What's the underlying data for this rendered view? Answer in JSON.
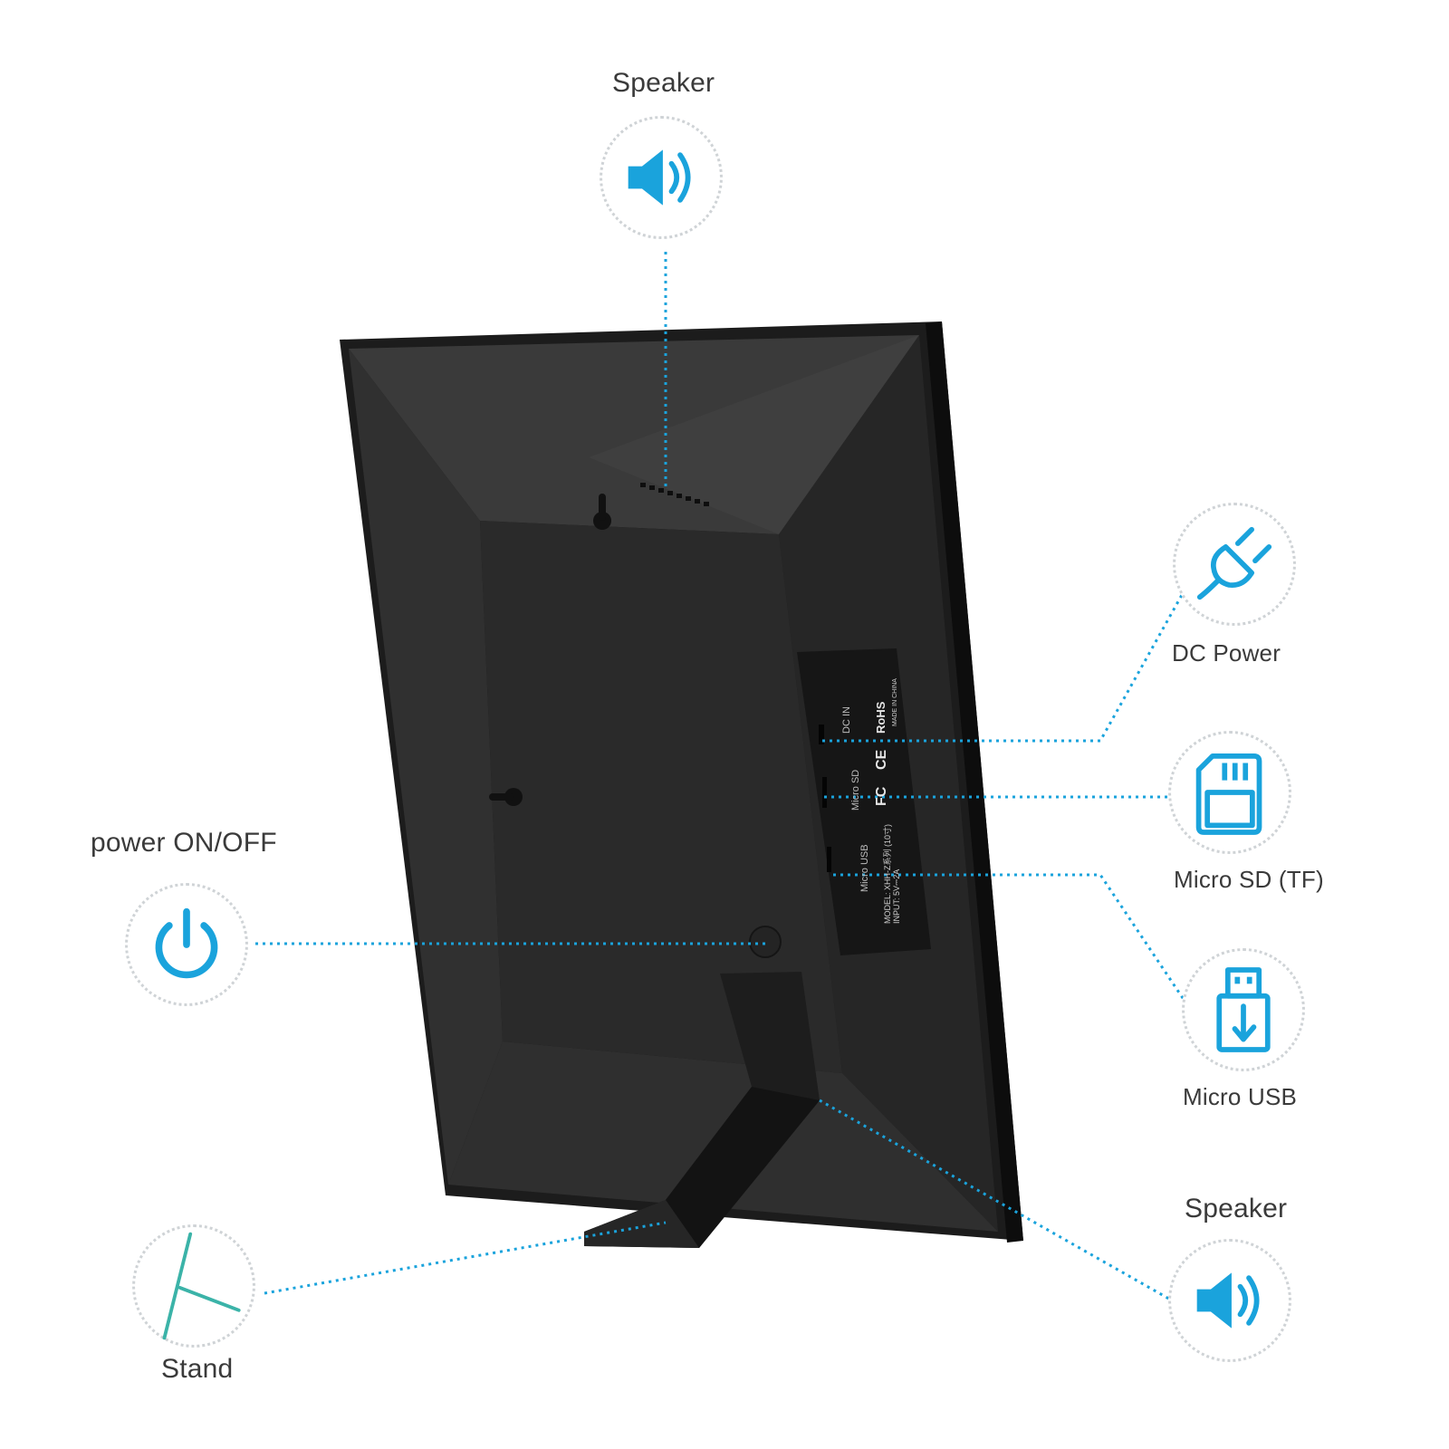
{
  "colors": {
    "accent": "#1aa3dc",
    "frame_dark": "#2b2b2b",
    "frame_edge": "#111111",
    "label_text": "#3a3a3a"
  },
  "callouts": {
    "speaker_top": {
      "label": "Speaker",
      "icon": "speaker-icon"
    },
    "dc_power": {
      "label": "DC Power",
      "icon": "plug-icon"
    },
    "micro_sd": {
      "label": "Micro SD (TF)",
      "icon": "sd-card-icon"
    },
    "micro_usb": {
      "label": "Micro USB",
      "icon": "usb-icon"
    },
    "speaker_bottom": {
      "label": "Speaker",
      "icon": "speaker-icon"
    },
    "power": {
      "label": "power ON/OFF",
      "icon": "power-icon"
    },
    "stand": {
      "label": "Stand",
      "icon": "stand-icon"
    }
  },
  "device_label": {
    "port_dc_in": "DC IN",
    "port_micro_sd": "Micro SD",
    "port_micro_usb": "Micro USB",
    "model_line": "MODEL: XHH-Z系列 (10寸)",
    "input_line": "INPUT: 5V⎓2A",
    "fc_mark": "FC",
    "ce_mark": "CE",
    "rohs_mark": "RoHS",
    "made_in": "MADE IN CHINA"
  }
}
